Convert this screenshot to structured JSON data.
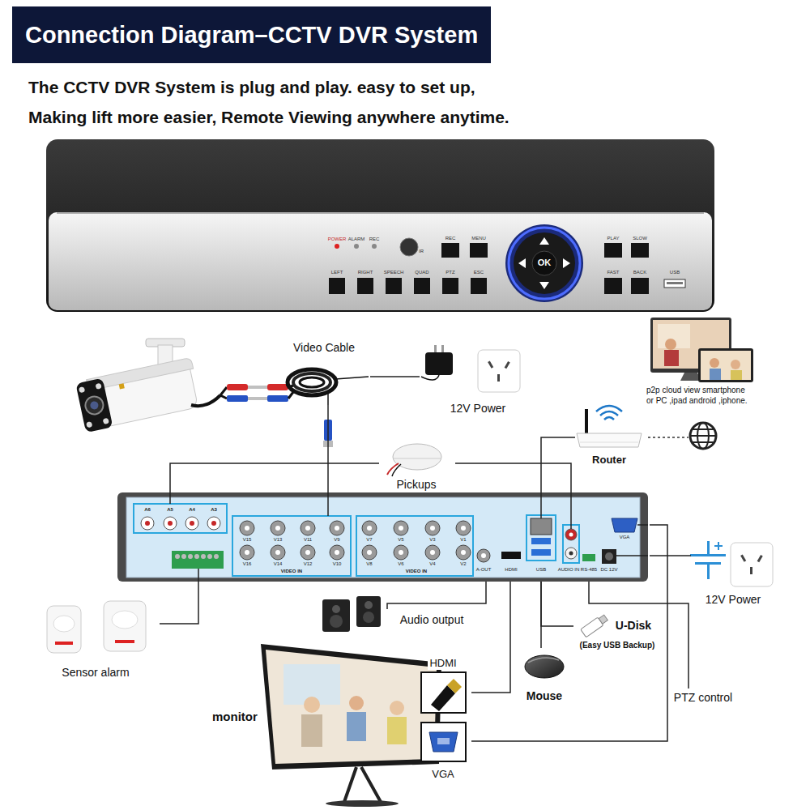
{
  "diagram": {
    "title": "Connection Diagram–CCTV DVR System",
    "nodes": [
      {
        "text": [
          "VIDEO IN",
          "VIDEO IN"
        ]
      },
      {
        "text": [
          "Video Cable"
        ]
      },
      {
        "text": [
          "12V Power"
        ]
      },
      {
        "text": [
          "Router"
        ]
      },
      {
        "text": [
          "Pickups"
        ]
      },
      {
        "text": [
          "Sensor alarm"
        ]
      },
      {
        "text": [
          "Audio output"
        ]
      },
      {
        "text": [
          "U-Disk",
          "(Easy USB Backup)"
        ]
      },
      {
        "text": [
          "Mouse"
        ]
      },
      {
        "text": [
          "HDMI"
        ]
      },
      {
        "text": [
          "VGA"
        ]
      },
      {
        "text": [
          "PTZ control"
        ]
      },
      {
        "text": [
          "12V Power"
        ]
      }
    ],
    "edges": [
      {
        "from": 1,
        "to": 0,
        "arrow": "none"
      },
      {
        "from": 1,
        "to": 2,
        "arrow": "none"
      },
      {
        "from": 0,
        "to": 3,
        "arrow": "none"
      },
      {
        "from": 0,
        "to": 4,
        "arrow": "none"
      },
      {
        "from": 0,
        "to": 4,
        "arrow": "none"
      },
      {
        "from": 0,
        "to": 5,
        "arrow": "none"
      },
      {
        "from": 0,
        "to": 6,
        "arrow": "none"
      },
      {
        "from": 0,
        "to": 7,
        "arrow": "none"
      },
      {
        "from": 0,
        "to": 8,
        "arrow": "none"
      },
      {
        "from": 0,
        "to": 9,
        "arrow": "none"
      },
      {
        "from": 0,
        "to": 10,
        "arrow": "none"
      },
      {
        "from": 0,
        "to": 11,
        "arrow": "none"
      },
      {
        "from": 0,
        "to": 12,
        "arrow": "none"
      }
    ],
    "labels": [
      "The CCTV DVR System is plug and play. easy to set up,",
      "Making lift more easier, Remote Viewing anywhere anytime.",
      "POWER",
      "ALARM",
      "REC",
      "IR",
      "REC",
      "MENU",
      "OK",
      "PLAY",
      "SLOW",
      "LEFT",
      "RIGHT",
      "SPEECH",
      "QUAD",
      "PTZ",
      "ESC",
      "FAST",
      "BACK",
      "USB",
      "p2p cloud view smartphone or PC ,ipad android ,iphone.",
      "A6",
      "A5",
      "A4",
      "A3",
      "V15",
      "V13",
      "V11",
      "V9",
      "V7",
      "V5",
      "V3",
      "V1",
      "V16",
      "V14",
      "V12",
      "V10",
      "V8",
      "V6",
      "V4",
      "V2",
      "A-OUT",
      "HDMI",
      "USB",
      "AUDIO IN",
      "RS-485",
      "DC 12V",
      "VGA",
      "monitor"
    ]
  }
}
